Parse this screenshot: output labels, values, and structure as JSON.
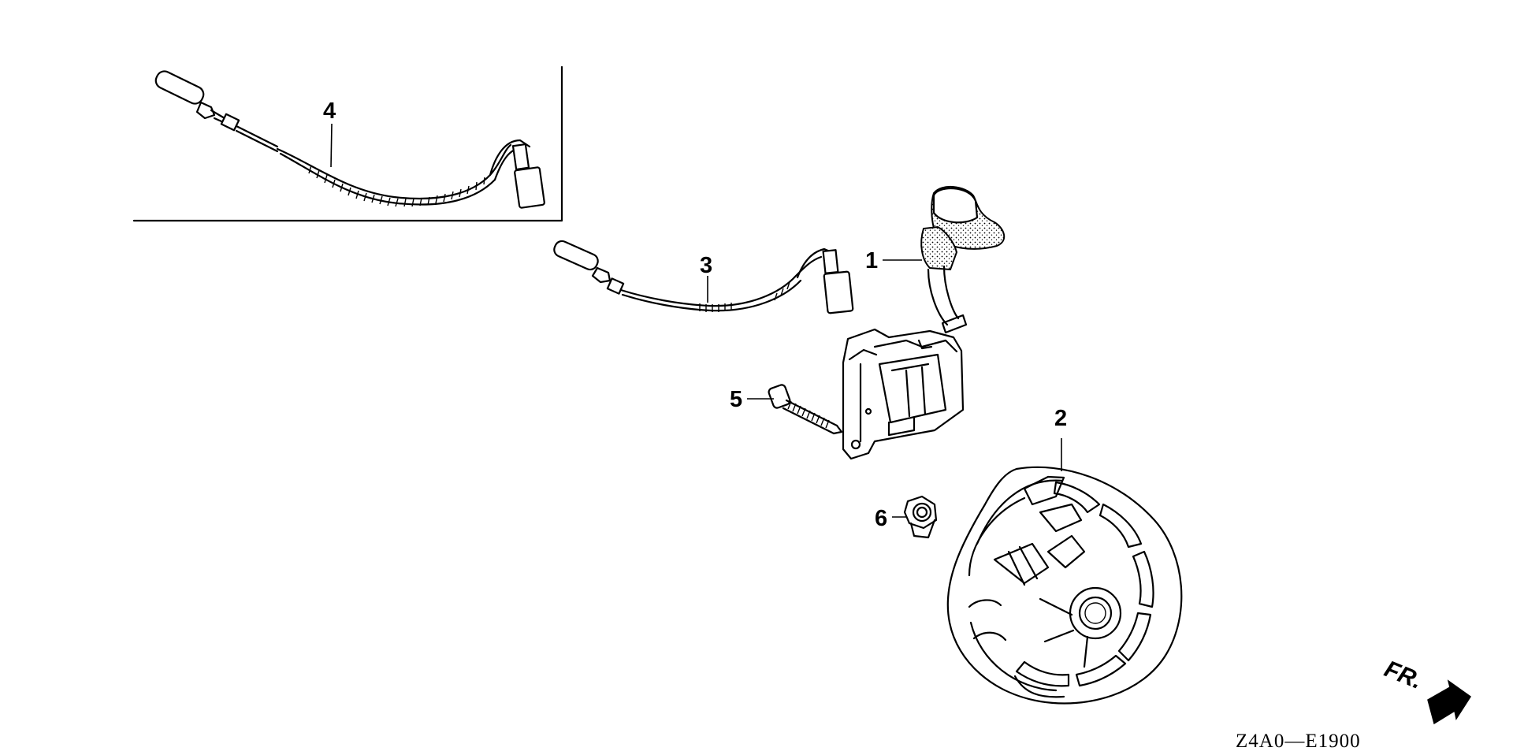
{
  "diagram": {
    "drawing_code": "Z4A0—E1900",
    "front_indicator": "FR.",
    "parts": [
      {
        "callout": "1",
        "name": "ignition-coil"
      },
      {
        "callout": "2",
        "name": "flywheel"
      },
      {
        "callout": "3",
        "name": "stop-switch-wire"
      },
      {
        "callout": "4",
        "name": "stop-switch-wire-assembly"
      },
      {
        "callout": "5",
        "name": "bolt"
      },
      {
        "callout": "6",
        "name": "nut"
      }
    ]
  }
}
